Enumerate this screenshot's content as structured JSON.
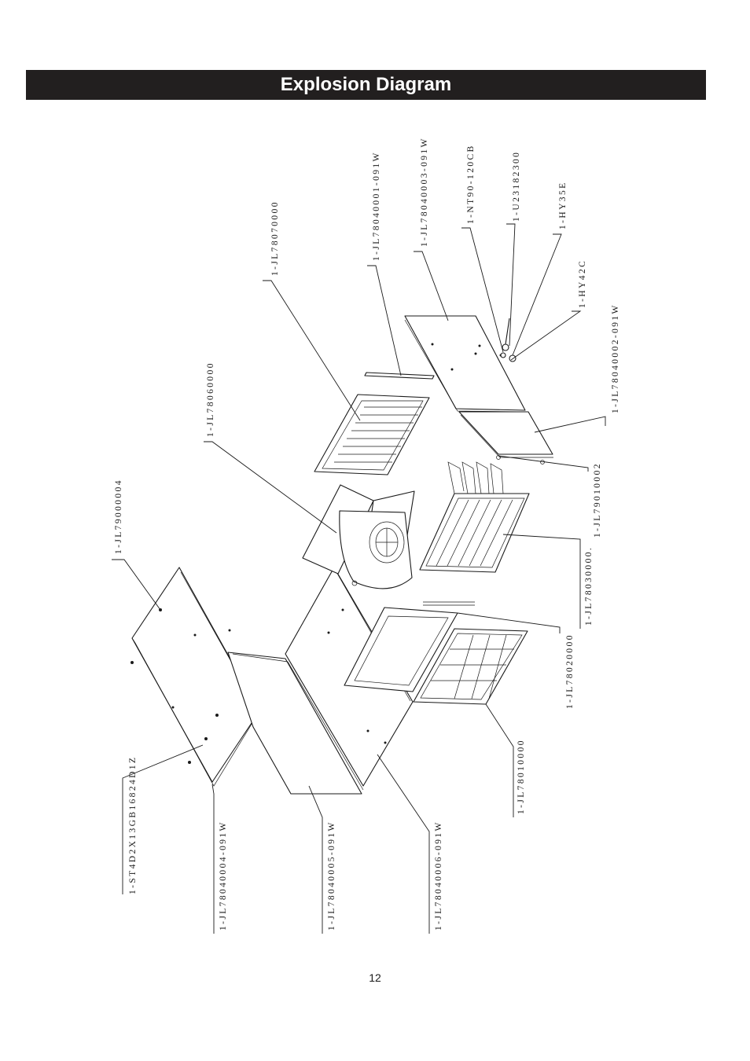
{
  "header": {
    "title": "Explosion Diagram"
  },
  "part_labels": {
    "p01": "1-JL79000004",
    "p02": "1-JL78060000",
    "p03": "1-JL78070000",
    "p04": "1-JL78040001-091W",
    "p05": "1-JL78040003-091W",
    "p06": "1-NT90-120CB",
    "p07": "1-U23182300",
    "p08": "1-HY35E",
    "p09": "1-HY42C",
    "p10": "1-JL78040002-091W",
    "p11": "1-JL79010002",
    "p12": "1-JL78030000.",
    "p13": "1-JL78020000",
    "p14": "1-JL78010000",
    "p15": "1-JL78040006-091W",
    "p16": "1-JL78040005-091W",
    "p17": "1-JL78040004-091W",
    "p18": "1-ST4D2X13GB16824D1Z"
  },
  "footer": {
    "page_number": "12"
  }
}
